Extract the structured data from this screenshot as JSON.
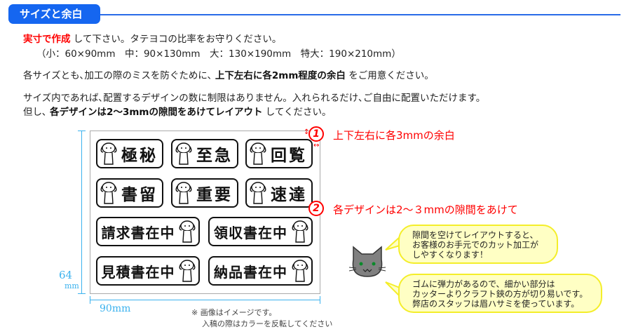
{
  "section_title": "サイズと余白",
  "para1": {
    "highlight": "実寸で作成",
    "rest": " して下さい。タテヨコの比率をお守りください。",
    "sizes": "（小：60×90mm　中：90×130mm　大：130×190mm　特大：190×210mm）"
  },
  "para2": {
    "before": "各サイズとも､加工の際のミスを防ぐために､ ",
    "bold": "上下左右に各2mm程度の余白",
    "after": " をご用意ください。"
  },
  "para3": {
    "line1": "サイズ内であれば､配置するデザインの数に制限はありません。入れられるだけ､ご自由に配置いただけます。",
    "before": "但し､ ",
    "bold": "各デザインは2～3mmの隙間をあけてレイアウト",
    "after": " してください。"
  },
  "stamps": [
    "極秘",
    "至急",
    "回覧",
    "書留",
    "重要",
    "速達",
    "請求書在中",
    "領収書在中",
    "見積書在中",
    "納品書在中"
  ],
  "dimensions": {
    "height_num": "64",
    "height_unit": "mm",
    "width": "90mm"
  },
  "note": {
    "line1": "※ 画像はイメージです。",
    "line2": "入稿の際はカラーを反転してください"
  },
  "callouts": [
    {
      "num": "1",
      "text": "上下左右に各3mmの余白"
    },
    {
      "num": "2",
      "text": "各デザインは2～３mmの隙間をあけて"
    }
  ],
  "bubbles": [
    [
      "隙間を空けてレイアウトすると、",
      "お客様のお手元でのカット加工が",
      "しやすくなります！"
    ],
    [
      "ゴムに弾力があるので、細かい部分は",
      "カッターよりクラフト鋏の方が切り易いです。",
      "弊店のスタッフは眉ハサミを使っています。"
    ]
  ],
  "colors": {
    "accent": "#1566f0",
    "red": "#ff0000",
    "dim": "#3bb2ee",
    "bubble": "#ffffc4"
  }
}
